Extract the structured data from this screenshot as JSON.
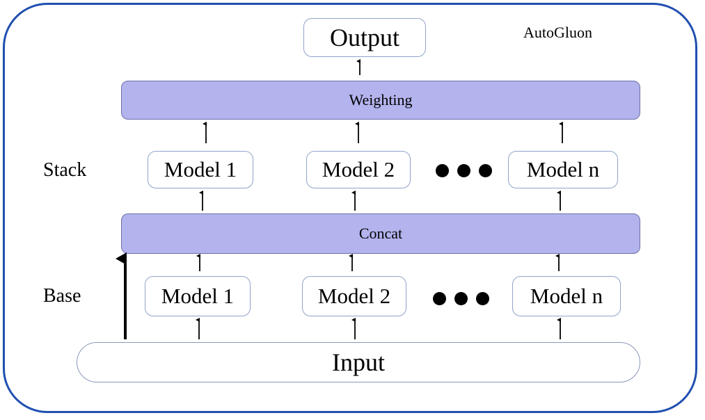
{
  "brand": "AutoGluon",
  "output": "Output",
  "weighting": "Weighting",
  "concat": "Concat",
  "input": "Input",
  "layers": {
    "stack": {
      "label": "Stack",
      "models": [
        "Model 1",
        "Model 2",
        "Model n"
      ]
    },
    "base": {
      "label": "Base",
      "models": [
        "Model 1",
        "Model 2",
        "Model n"
      ]
    }
  },
  "colors": {
    "frame": "#1f4fb0",
    "bar_fill": "#b3b3ee",
    "box_border": "#8fa3c9"
  }
}
